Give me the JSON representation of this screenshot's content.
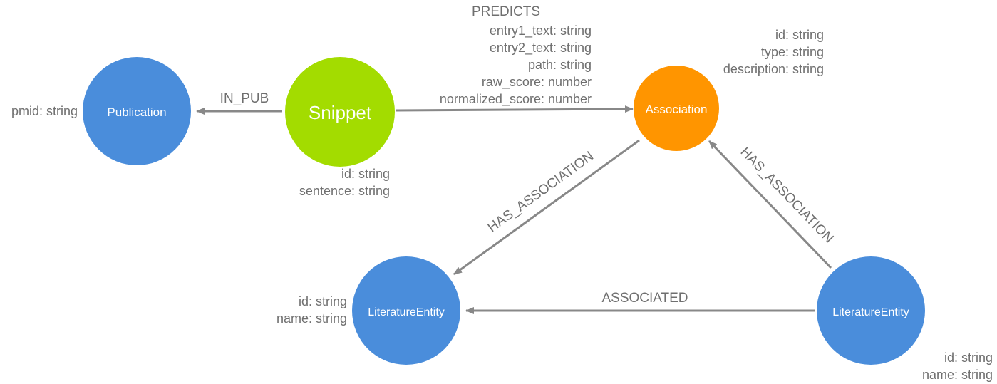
{
  "colors": {
    "node_blue": "#4a8ddb",
    "node_green": "#a3dc00",
    "node_orange": "#ff9500",
    "edge": "#888888",
    "text_gray": "#6f6f6f"
  },
  "nodes": {
    "publication": {
      "label": "Publication",
      "properties": [
        "pmid: string"
      ]
    },
    "snippet": {
      "label": "Snippet",
      "properties": [
        "id: string",
        "sentence: string"
      ]
    },
    "association": {
      "label": "Association",
      "properties": [
        "id: string",
        "type: string",
        "description: string"
      ]
    },
    "entity_left": {
      "label": "LiteratureEntity",
      "properties": [
        "id: string",
        "name: string"
      ]
    },
    "entity_right": {
      "label": "LiteratureEntity",
      "properties": [
        "id: string",
        "name: string"
      ]
    }
  },
  "edges": {
    "in_pub": {
      "label": "IN_PUB"
    },
    "predicts": {
      "label": "PREDICTS",
      "properties": [
        "entry1_text: string",
        "entry2_text: string",
        "path: string",
        "raw_score: number",
        "normalized_score: number"
      ]
    },
    "has_association_left": {
      "label": "HAS_ASSOCIATION"
    },
    "has_association_right": {
      "label": "HAS_ASSOCIATION"
    },
    "associated": {
      "label": "ASSOCIATED"
    }
  }
}
